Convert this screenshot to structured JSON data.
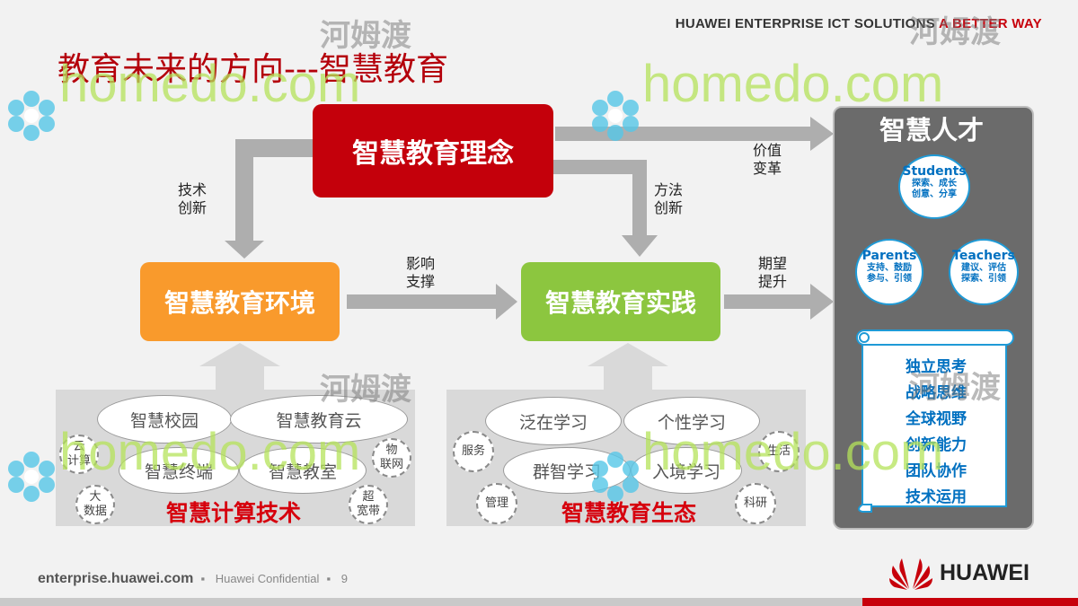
{
  "header": {
    "tagline_main": "HUAWEI ENTERPRISE ICT SOLUTIONS",
    "tagline_accent": "A BETTER WAY"
  },
  "title": "教育未来的方向---智慧教育",
  "boxes": {
    "concept": "智慧教育理念",
    "environment": "智慧教育环境",
    "practice": "智慧教育实践"
  },
  "arrow_labels": {
    "tech_innovation": [
      "技术",
      "创新"
    ],
    "method_innovation": [
      "方法",
      "创新"
    ],
    "value_change": [
      "价值",
      "变革"
    ],
    "influence_support": [
      "影响",
      "支撑"
    ],
    "expectation_improve": [
      "期望",
      "提升"
    ]
  },
  "left_panel": {
    "ovals": [
      "智慧校园",
      "智慧教育云",
      "智慧终端",
      "智慧教室"
    ],
    "circles": [
      "云\n计算",
      "物\n联网",
      "大\n数据",
      "超\n宽带"
    ],
    "title": "智慧计算技术"
  },
  "right_panel": {
    "ovals": [
      "泛在学习",
      "个性学习",
      "群智学习",
      "入境学习"
    ],
    "circles": [
      "服务",
      "生活",
      "管理",
      "科研"
    ],
    "title": "智慧教育生态"
  },
  "talent": {
    "title": "智慧人才",
    "students": {
      "name": "Students",
      "desc": [
        "探索、成长",
        "创意、分享"
      ]
    },
    "parents": {
      "name": "Parents",
      "desc": [
        "支持、鼓励",
        "参与、引领"
      ]
    },
    "teachers": {
      "name": "Teachers",
      "desc": [
        "建议、评估",
        "探索、引领"
      ]
    },
    "scroll_items": [
      "独立思考",
      "战略思维",
      "全球视野",
      "创新能力",
      "团队协作",
      "技术运用"
    ]
  },
  "footer": {
    "site": "enterprise.huawei.com",
    "confidential": "Huawei Confidential",
    "page": "9",
    "logo_text": "HUAWEI"
  },
  "watermark": {
    "latin": "homedo.com",
    "chinese": "河姆渡"
  },
  "colors": {
    "brand_red": "#c7000b",
    "concept_red": "#c4000b",
    "environment_orange": "#f99a2c",
    "practice_green": "#8cc63f",
    "talent_blue": "#0070c0",
    "arrow_gray": "#a6a6a6"
  }
}
